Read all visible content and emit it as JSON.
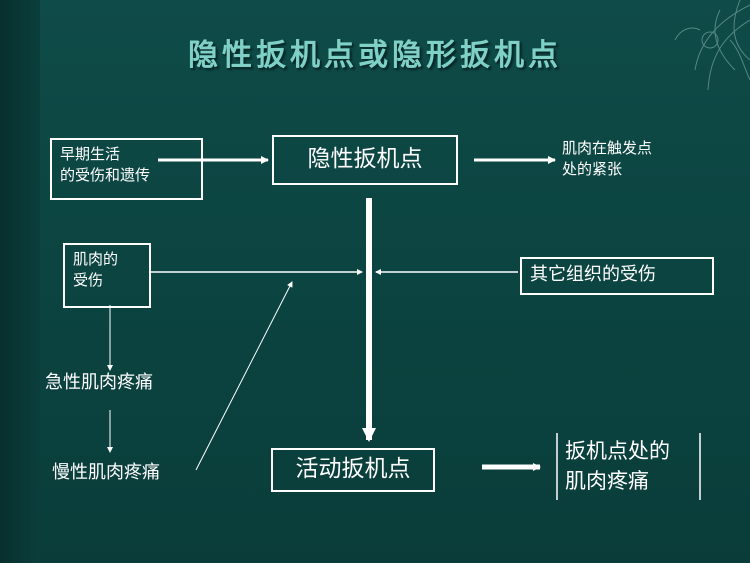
{
  "slide": {
    "title": "隐性扳机点或隐形扳机点",
    "nodes": {
      "early_life": "早期生活\n的受伤和遗传",
      "latent_trigger": "隐性扳机点",
      "muscle_tension": "肌肉在触发点\n处的紧张",
      "muscle_injury": "肌肉的\n受伤",
      "other_tissue_injury": "其它组织的受伤",
      "acute_pain": "急性肌肉疼痛",
      "chronic_pain": "慢性肌肉疼痛",
      "active_trigger": "活动扳机点",
      "trigger_pain": "扳机点处的\n肌肉疼痛"
    }
  },
  "colors": {
    "background": "#0c4744",
    "title": "#7fd1c8",
    "line": "#ffffff"
  }
}
